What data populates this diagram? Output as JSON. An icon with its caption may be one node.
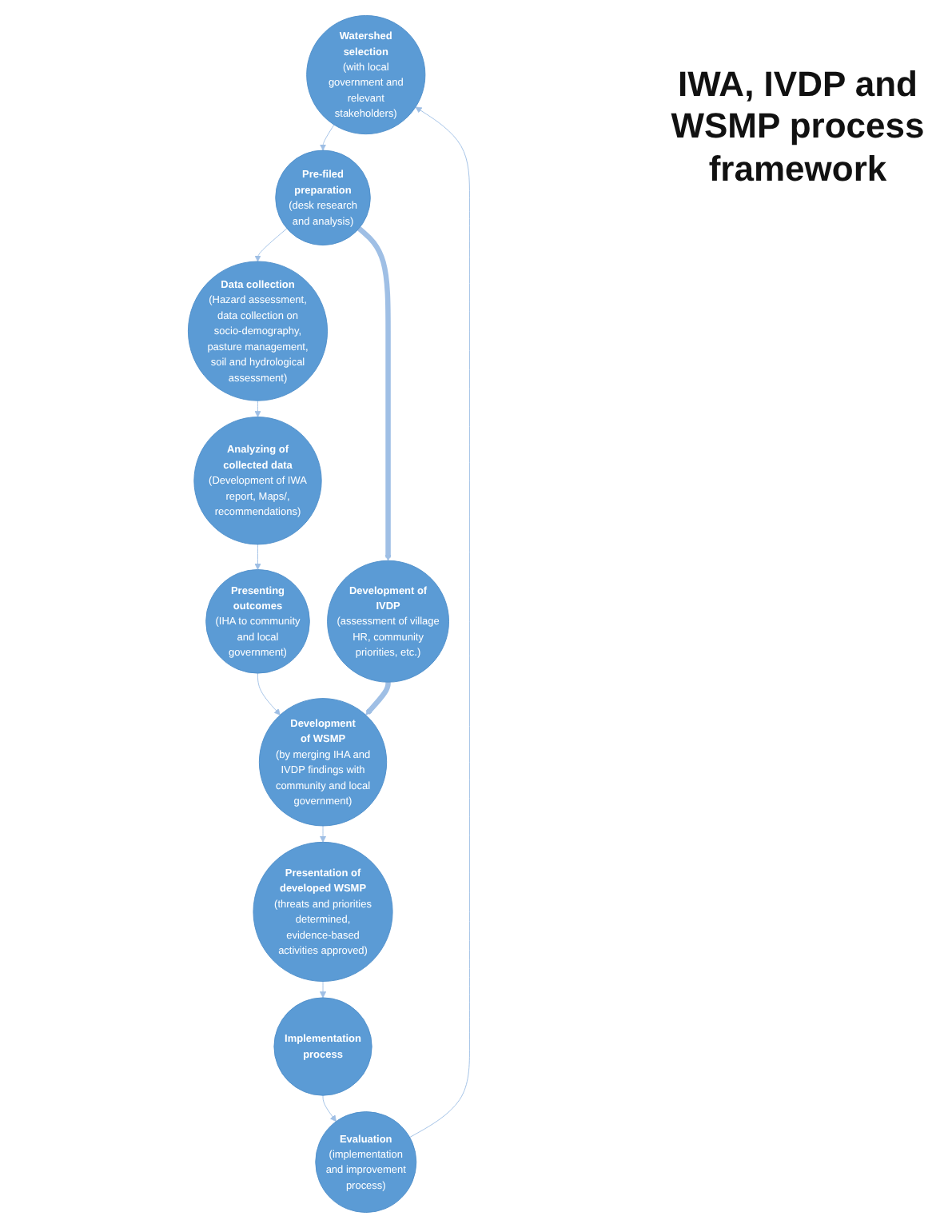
{
  "diagram": {
    "title": "IWA, IVDP and WSMP process framework",
    "nodes": [
      {
        "text": [
          "Watershed selection",
          "(with local government and relevant stakeholders)"
        ]
      },
      {
        "text": [
          "Pre-filed preparation",
          "(desk research and analysis)"
        ]
      },
      {
        "text": [
          "Data collection",
          "(Hazard assessment, data collection on socio-demography, pasture management, soil and hydrological assessment)"
        ]
      },
      {
        "text": [
          "Analyzing of collected data",
          "(Development of IWA report, Maps/, recommendations)"
        ]
      },
      {
        "text": [
          "Presenting outcomes",
          "(IHA to community and local government)"
        ]
      },
      {
        "text": [
          "Development of IVDP",
          "(assessment of village HR, community priorities, etc.)"
        ]
      },
      {
        "text": [
          "Development of WSMP",
          "(by merging IHA and IVDP findings with community and local government)"
        ]
      },
      {
        "text": [
          "Presentation of developed WSMP",
          "(threats and priorities determined, evidence-based activities approved)"
        ]
      },
      {
        "text": [
          "Implementation process"
        ]
      },
      {
        "text": [
          "Evaluation",
          "(implementation and improvement process)"
        ]
      }
    ],
    "edges": [
      {
        "from": 0,
        "to": 1,
        "arrow": "to"
      },
      {
        "from": 1,
        "to": 2,
        "arrow": "to"
      },
      {
        "from": 1,
        "to": 5,
        "arrow": "to",
        "style": "thick"
      },
      {
        "from": 2,
        "to": 3,
        "arrow": "to"
      },
      {
        "from": 3,
        "to": 4,
        "arrow": "to"
      },
      {
        "from": 4,
        "to": 6,
        "arrow": "to"
      },
      {
        "from": 5,
        "to": 6,
        "arrow": "to",
        "style": "thick"
      },
      {
        "from": 6,
        "to": 7,
        "arrow": "to"
      },
      {
        "from": 7,
        "to": 8,
        "arrow": "to"
      },
      {
        "from": 8,
        "to": 9,
        "arrow": "to"
      },
      {
        "from": 9,
        "to": 0,
        "arrow": "to"
      }
    ]
  }
}
